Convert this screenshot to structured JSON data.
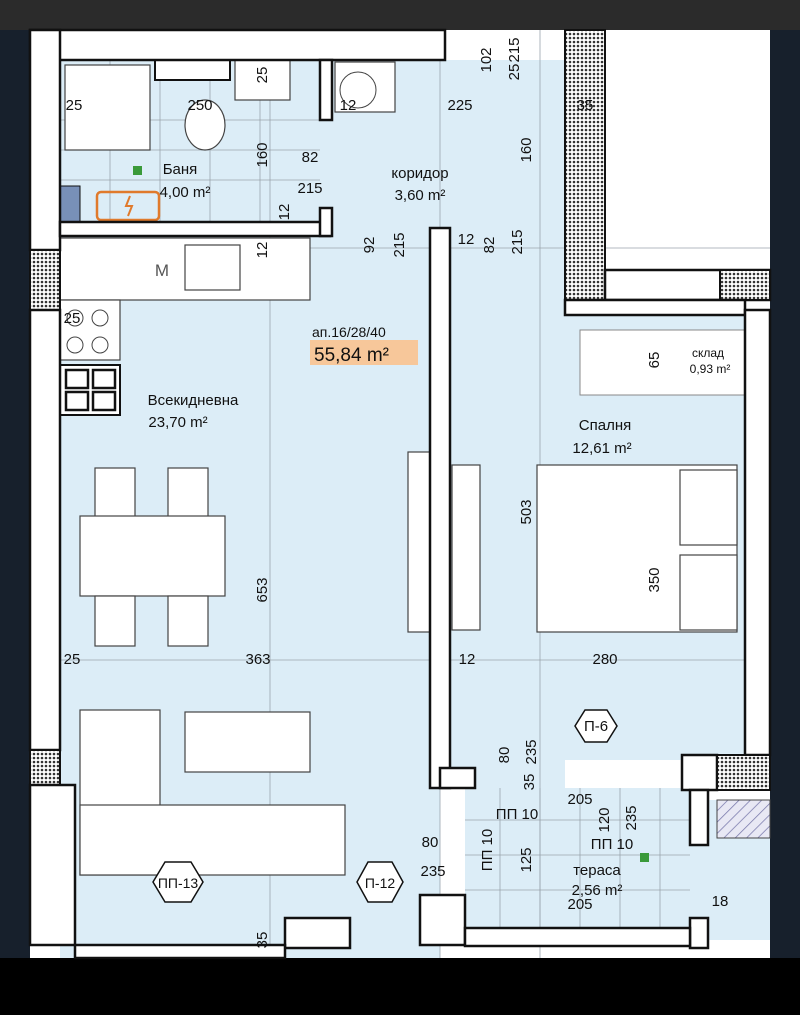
{
  "apartment": {
    "code": "ап.16/28/40",
    "area": "55,84 m²",
    "highlight_color": "#f7c79a"
  },
  "colors": {
    "floor": "#dcedf7",
    "wall": "#ffffff",
    "frame": "#17202c",
    "electric_panel": "#e07a2c",
    "drain": "#3a9a3a"
  },
  "rooms": [
    {
      "name": "Баня",
      "area": "4,00 m²"
    },
    {
      "name": "коридор",
      "area": "3,60 m²"
    },
    {
      "name": "Всекидневна",
      "area": "23,70 m²"
    },
    {
      "name": "Спалня",
      "area": "12,61 m²"
    },
    {
      "name": "склад",
      "area": "0,93 m²"
    },
    {
      "name": "тераса",
      "area": "2,56 m²"
    }
  ],
  "kitchen_label": "M",
  "tags": [
    "П-6",
    "ПП-13",
    "П-12"
  ],
  "dims": [
    "25",
    "250",
    "25",
    "12",
    "225",
    "102",
    "215",
    "25",
    "35",
    "160",
    "82",
    "215",
    "160",
    "12",
    "12",
    "92",
    "215",
    "12",
    "82",
    "215",
    "25",
    "65",
    "503",
    "653",
    "350",
    "25",
    "363",
    "12",
    "280",
    "80",
    "235",
    "35",
    "205",
    "ПП 10",
    "120",
    "235",
    "80",
    "ПП 10",
    "125",
    "235",
    "205",
    "18",
    "35",
    "ПП 10"
  ]
}
